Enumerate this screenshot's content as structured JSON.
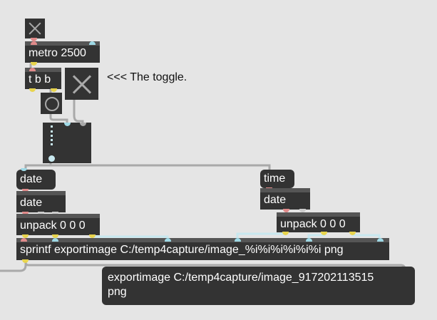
{
  "patch": {
    "comment": "<<< The toggle.",
    "objects": {
      "metro": "metro 2500",
      "trigger": "t b b",
      "date_object": "date",
      "unpack_left": "unpack 0 0 0",
      "date_object_right": "date",
      "unpack_right": "unpack 0 0 0",
      "sprintf": "sprintf exportimage C:/temp4capture/image_%i%i%i%i%i%i png"
    },
    "messages": {
      "date_msg": "date",
      "time_msg": "time",
      "output_line1": "exportimage C:/temp4capture/image_917202113515",
      "output_line2": "png"
    }
  },
  "colors": {
    "background": "#e5e5e5",
    "box": "#333333",
    "inlet": "#9ed9e6",
    "outlet": "#e8d44d",
    "patchcord": "#a9a9a9",
    "signal_cord": "#c8e8ef",
    "hot_inlet": "#e08a8a"
  }
}
